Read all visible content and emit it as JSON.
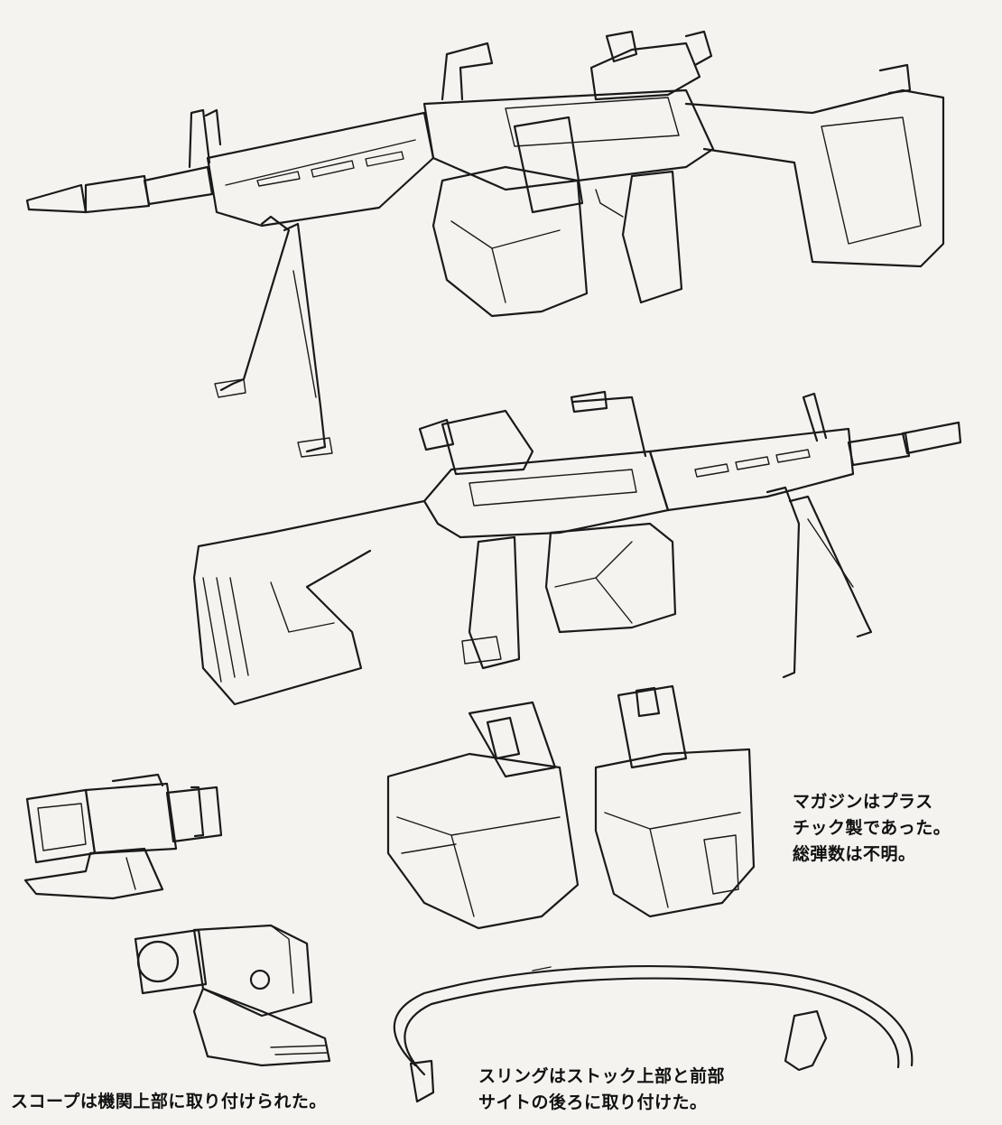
{
  "captions": {
    "magazine": "マガジンはプラス\nチック製であった。\n総弾数は不明。",
    "scope": "スコープは機関上部に取り付けられた。",
    "sling": "スリングはストック上部と前部\nサイトの後ろに取り付けた。"
  },
  "colors": {
    "ink": "#1a1a1a",
    "paper": "#f4f3ef"
  }
}
